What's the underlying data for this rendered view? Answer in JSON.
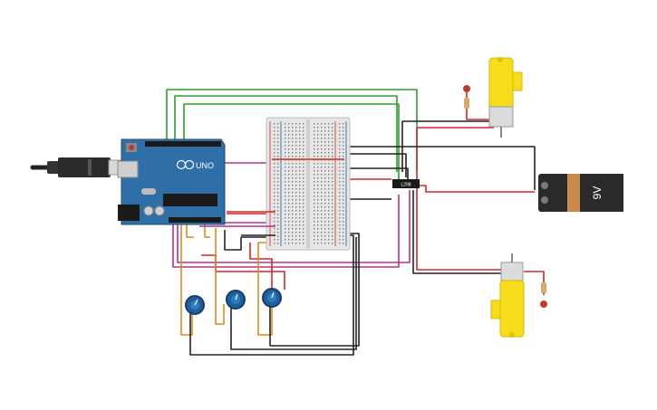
{
  "arduino": {
    "brand": "UNO"
  },
  "battery": {
    "label": "9V"
  },
  "motor_driver": {
    "label": "L298"
  },
  "colors": {
    "board": "#2f6fa8",
    "breadboard": "#e6e6e6",
    "wire_green": "#2ca02c",
    "wire_magenta": "#b5338a",
    "wire_red": "#d62728",
    "wire_orange": "#e08a1e",
    "wire_black": "#222222",
    "motor": "#f7dc1e",
    "battery_body": "#c98a4a",
    "battery_cap": "#2a2a2a",
    "pot": "#1f5f9e"
  }
}
